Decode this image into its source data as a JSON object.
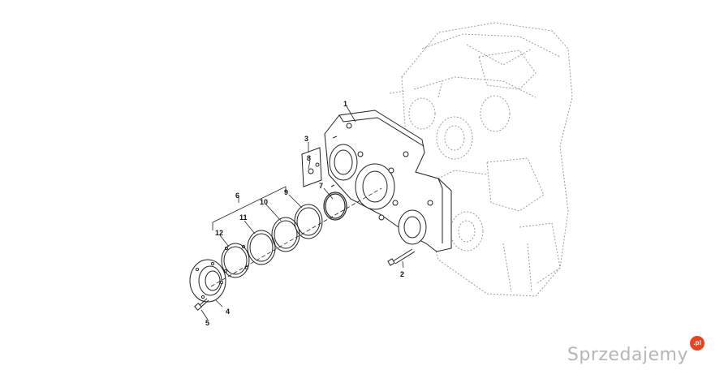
{
  "callouts": {
    "c1": "1",
    "c2": "2",
    "c3": "3",
    "c4": "4",
    "c5": "5",
    "c6": "6",
    "c7": "7",
    "c8": "8",
    "c9": "9",
    "c10": "10",
    "c11": "11",
    "c12": "12"
  },
  "watermark": {
    "text": "Sprzedajemy",
    "badge": ".pl"
  },
  "colors": {
    "line": "#222222",
    "ghost": "#9a9a9a",
    "watermark_badge": "#e8441f"
  }
}
